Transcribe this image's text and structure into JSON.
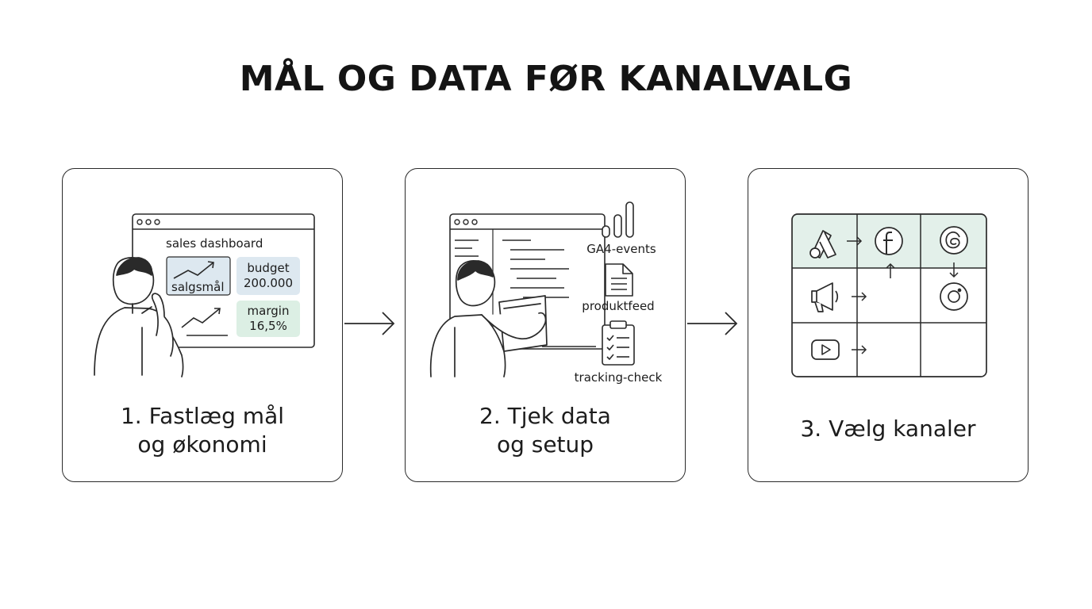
{
  "title": "MÅL OG DATA FØR KANALVALG",
  "steps": [
    {
      "label_line1": "1. Fastlæg mål",
      "label_line2": "og økonomi",
      "dashboard_title": "sales dashboard",
      "tile_salgsmal": "salgsmål",
      "tile_budget_label": "budget",
      "tile_budget_value": "200.000",
      "tile_margin_label": "margin",
      "tile_margin_value": "16,5%"
    },
    {
      "label_line1": "2. Tjek data",
      "label_line2": "og setup",
      "ga4_label": "GA4-events",
      "feed_label": "produktfeed",
      "tracking_label": "tracking-check"
    },
    {
      "label_line1": "3. Vælg kanaler"
    }
  ],
  "colors": {
    "stroke": "#2a2a2a",
    "tile_blue": "#dde8f0",
    "tile_green": "#dcefe4",
    "highlight_row": "#e3f0ea"
  },
  "icons": {
    "step3": [
      "google-ads-icon",
      "facebook-icon",
      "threads-icon",
      "megaphone-icon",
      "instagram-icon",
      "youtube-icon"
    ]
  }
}
